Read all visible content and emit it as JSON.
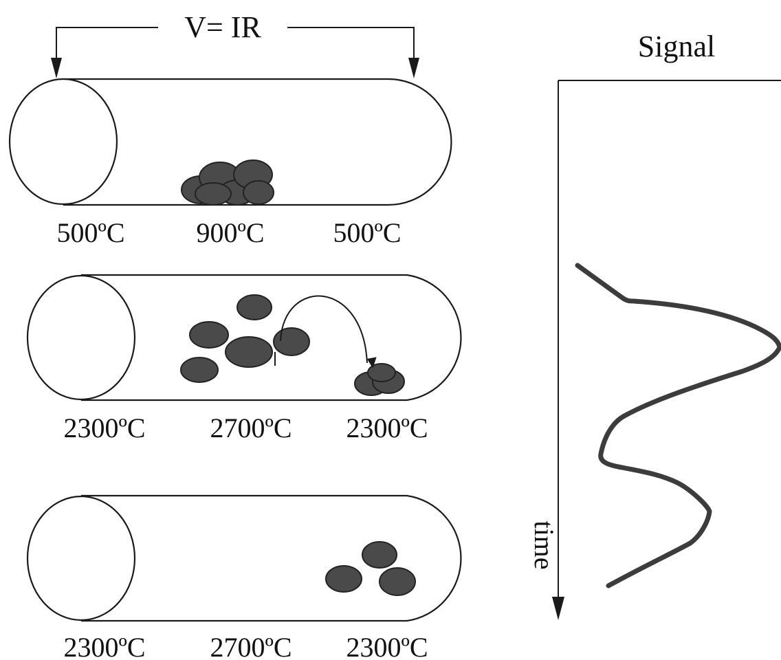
{
  "equation": "V= IR",
  "signal_label": "Signal",
  "time_label": "time",
  "stages": [
    {
      "temps": [
        "500ºC",
        "900ºC",
        "500ºC"
      ]
    },
    {
      "temps": [
        "2300ºC",
        "2700ºC",
        "2300ºC"
      ]
    },
    {
      "temps": [
        "2300ºC",
        "2700ºC",
        "2300ºC"
      ]
    }
  ],
  "colors": {
    "ink": "#1a1a1a",
    "particle": "#4a4a4a",
    "signal_trace": "#3c3c3c"
  },
  "icons": [
    "arrow-down-icon",
    "arrow-head-icon"
  ]
}
